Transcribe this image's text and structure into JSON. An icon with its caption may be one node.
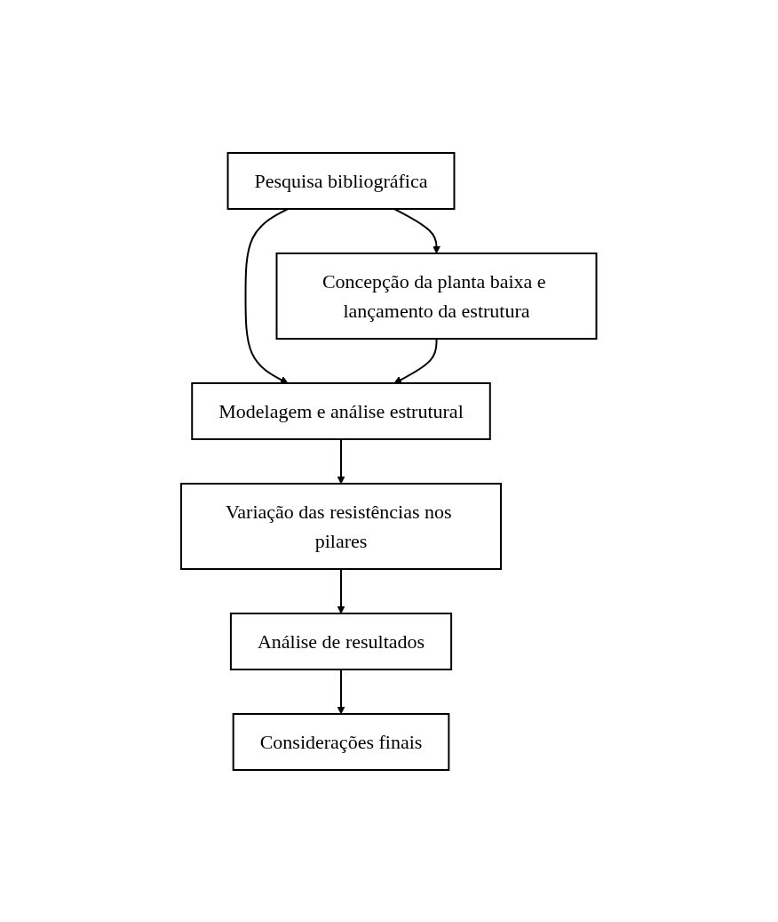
{
  "diagram": {
    "nodes": [
      {
        "text": [
          "Pesquisa bibliográfica"
        ]
      },
      {
        "text": [
          "Concepção da planta baixa e lançamento da estrutura"
        ]
      },
      {
        "text": [
          "Modelagem e análise estrutural"
        ]
      },
      {
        "text": [
          "Variação das resistências nos pilares"
        ]
      },
      {
        "text": [
          "Análise de resultados"
        ]
      },
      {
        "text": [
          "Considerações finais"
        ]
      }
    ],
    "edges": [
      {
        "from": 0,
        "to": 1,
        "arrow": "to"
      },
      {
        "from": 0,
        "to": 2,
        "arrow": "to"
      },
      {
        "from": 1,
        "to": 2,
        "arrow": "to"
      },
      {
        "from": 2,
        "to": 3,
        "arrow": "to"
      },
      {
        "from": 3,
        "to": 4,
        "arrow": "to"
      },
      {
        "from": 4,
        "to": 5,
        "arrow": "to"
      }
    ]
  }
}
